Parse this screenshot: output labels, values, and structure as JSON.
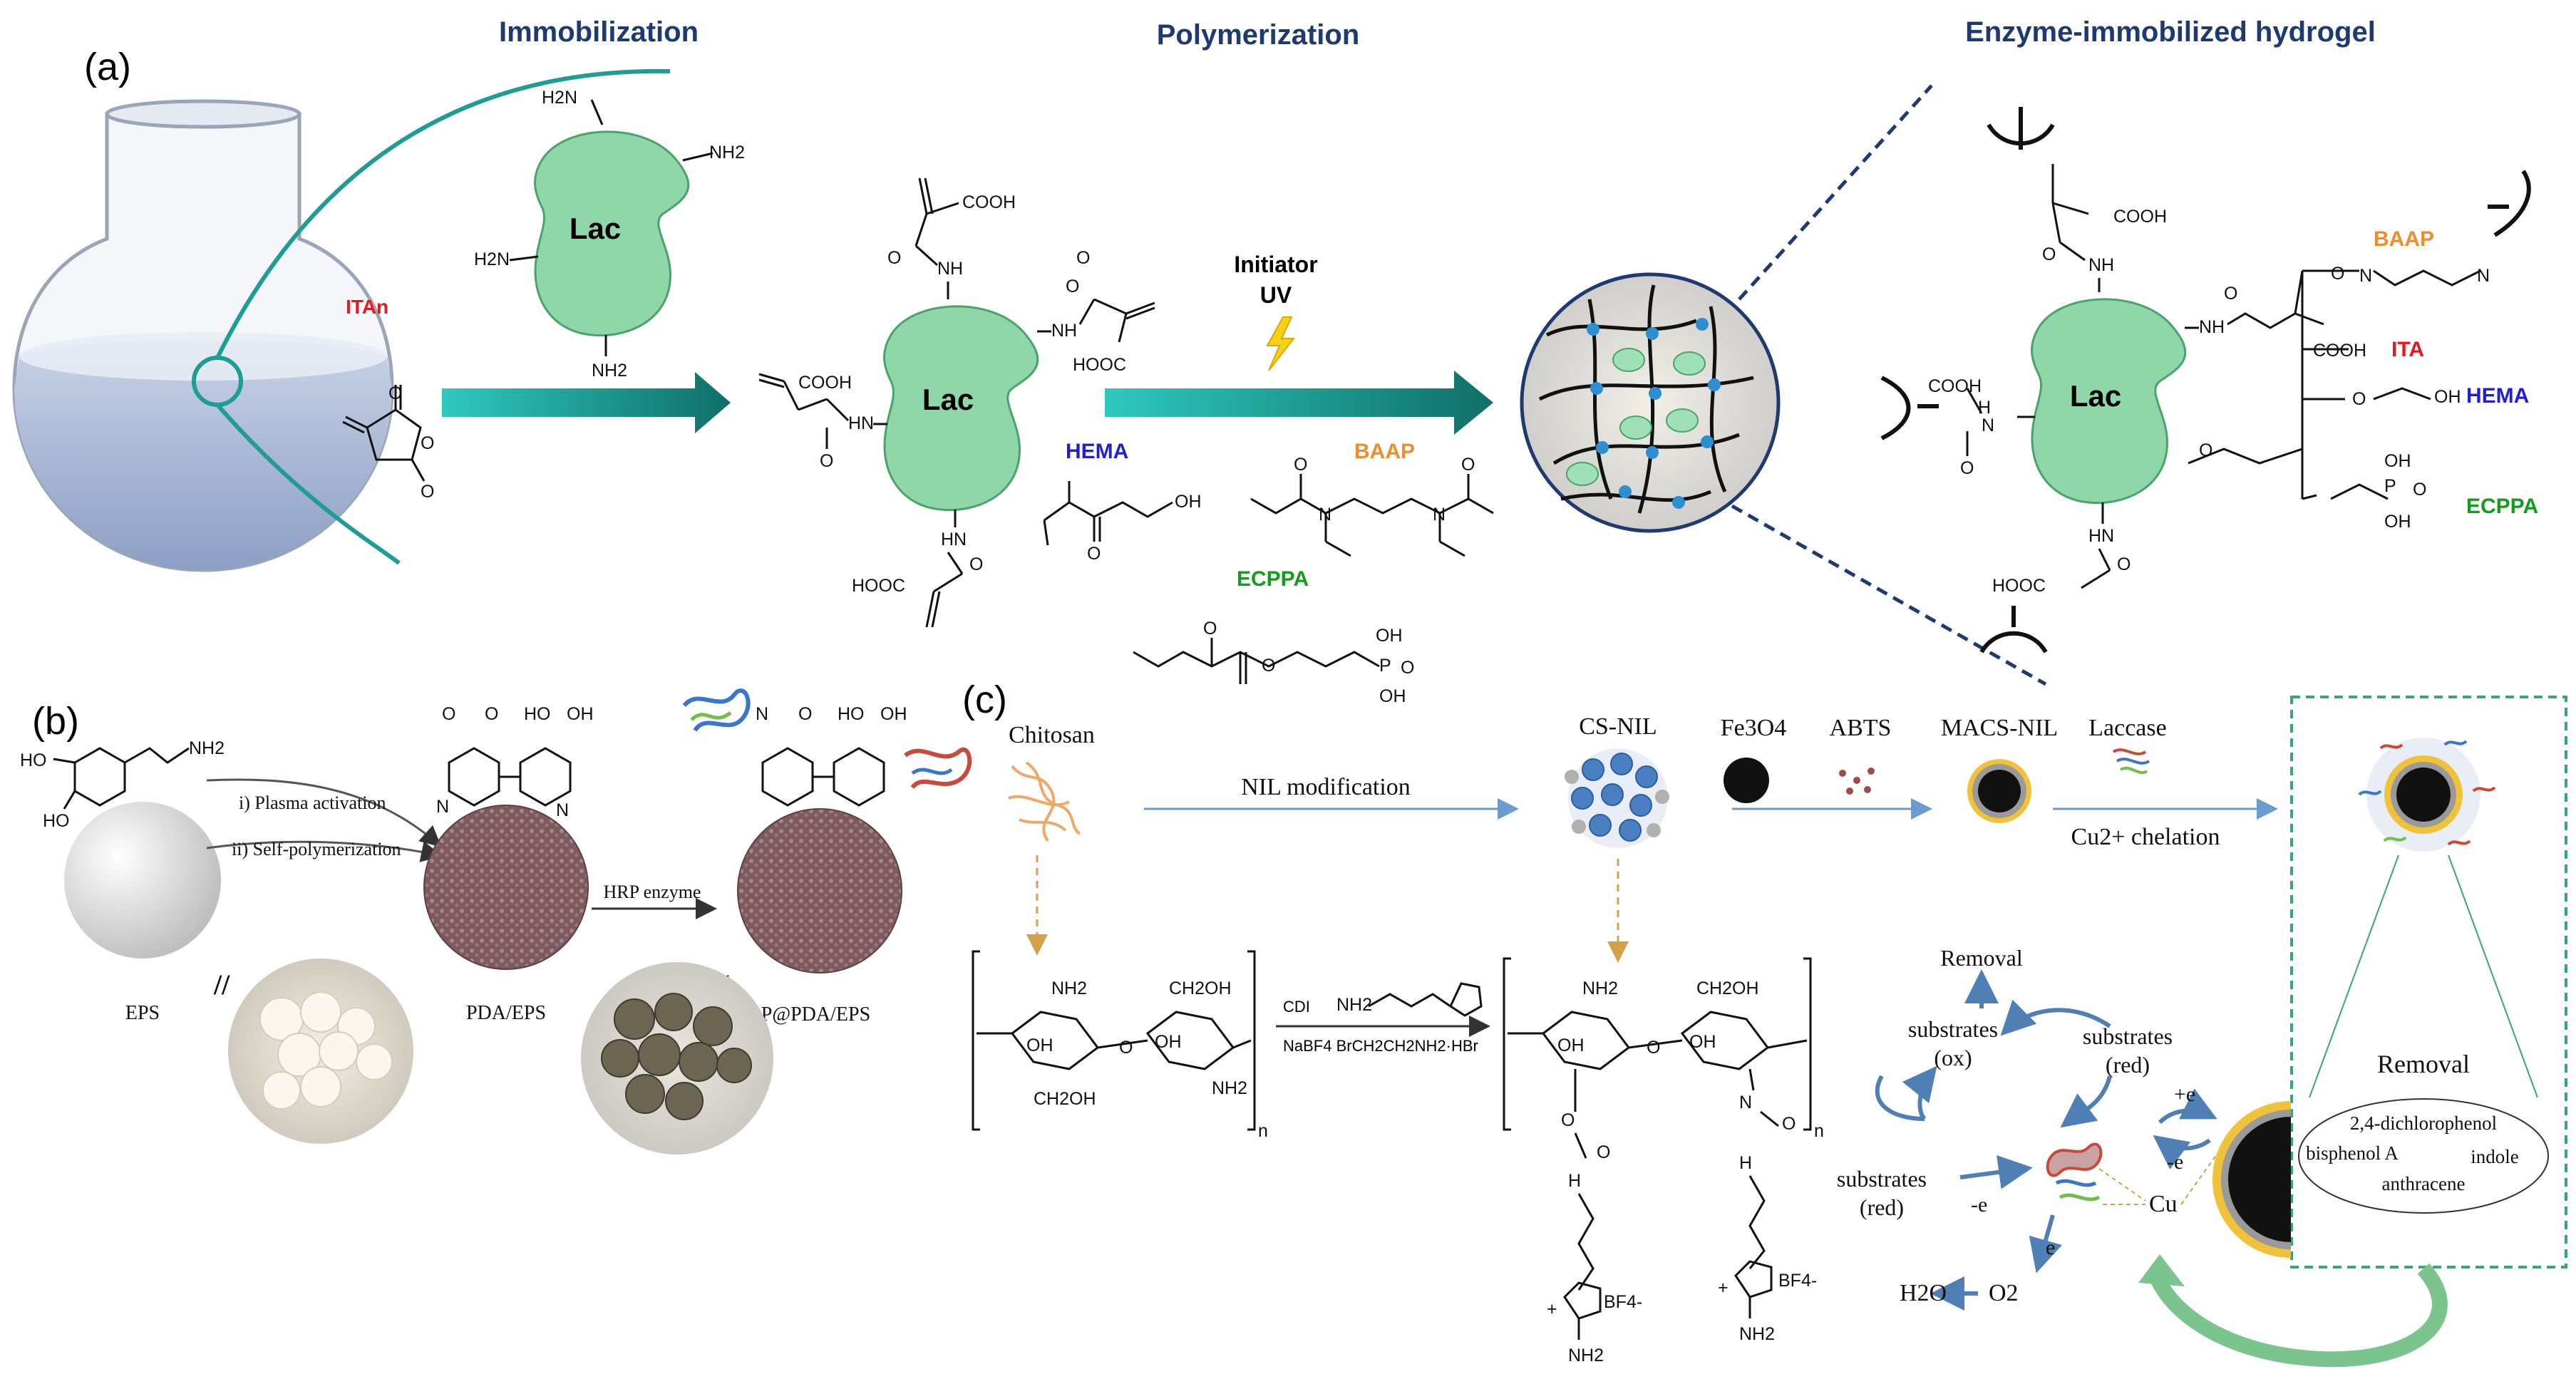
{
  "panel_a": {
    "label": "(a)",
    "headers": {
      "immobilization": "Immobilization",
      "polymerization": "Polymerization",
      "hydrogel": "Enzyme-immobilized hydrogel"
    },
    "reagent_itan": "ITAn",
    "enzyme_label": "Lac",
    "amine": "NH2",
    "amine_left": "H2N",
    "cooh": "COOH",
    "hooc": "HOOC",
    "nh": "NH",
    "hn": "HN",
    "h": "H",
    "n": "N",
    "o": "O",
    "oh": "OH",
    "po3": "P",
    "initiator": "Initiator",
    "uv": "UV",
    "monomers": {
      "hema": "HEMA",
      "baap": "BAAP",
      "ecppa": "ECPPA",
      "ita": "ITA"
    },
    "gel_lac": "Lac",
    "colors": {
      "itan": "#e8171b",
      "hema": "#1f1fd6",
      "baap": "#f28c28",
      "ecppa": "#139c1d",
      "ita": "#e8171b",
      "enzyme": "#8fd6a8",
      "arrow": "#1f9c93",
      "header": "#1f3a70"
    }
  },
  "panel_b": {
    "label": "(b)",
    "step1": "i) Plasma activation",
    "step2": "ii) Self-polymerization",
    "enzyme_step": "HRP enzyme",
    "eps": "EPS",
    "pda_eps": "PDA/EPS",
    "hrp_pda_eps": "HRP@PDA/EPS",
    "nh2": "NH2",
    "ho": "HO",
    "oh": "OH",
    "o": "O",
    "n": "N",
    "equals": "//"
  },
  "panel_c": {
    "label": "(c)",
    "chitosan": "Chitosan",
    "nil_mod": "NIL modification",
    "cs_nil": "CS-NIL",
    "fe3o4": "Fe3O4",
    "abts": "ABTS",
    "macs_nil": "MACS-NIL",
    "laccase": "Laccase",
    "cu_chelation": "Cu2+ chelation",
    "reagents_top": "CDI",
    "reagents_bottom": "NaBF4  BrCH2CH2NH2·HBr",
    "removal_top": "Removal",
    "substrates_ox": [
      "substrates",
      "(ox)"
    ],
    "substrates_red_right": [
      "substrates",
      "(red)"
    ],
    "substrates_red_left": [
      "substrates",
      "(red)"
    ],
    "plus_e": "+e",
    "minus_e": "-e",
    "minus_e2": "-e",
    "e": "e",
    "h2o": "H2O",
    "o2": "O2",
    "cu": "Cu",
    "removal_box": "Removal",
    "pollutants": [
      "2,4-dichlorophenol",
      "bisphenol  A",
      "indole",
      "anthracene"
    ],
    "chem": {
      "nh2": "NH2",
      "ch2oh": "CH2OH",
      "oh": "OH",
      "o": "O",
      "n_sub": "n",
      "bf4": "BF4-",
      "h": "H",
      "n": "N",
      "plus": "+"
    },
    "colors": {
      "arrow": "#6a9bd1",
      "nil_text": "#e8b400",
      "dashed": "#d4a04a",
      "box": "#3aa673",
      "green_arrow": "#7bc48e"
    }
  }
}
